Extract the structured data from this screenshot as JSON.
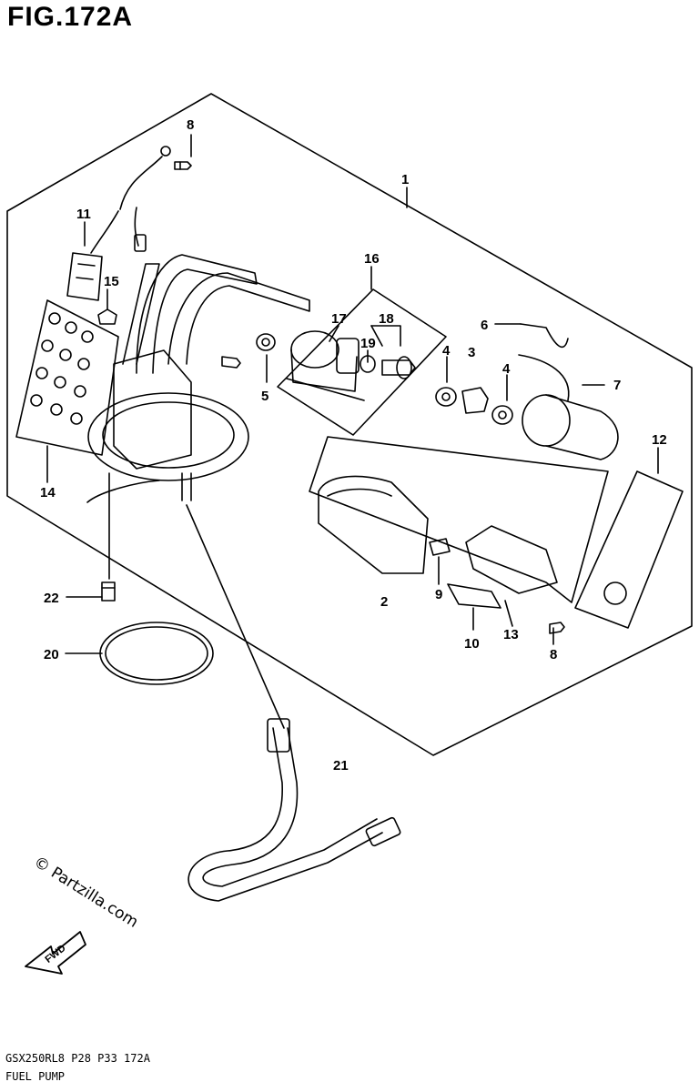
{
  "figure_title": "FIG.172A",
  "footer": {
    "code": "GSX250RL8  P28  P33  172A",
    "name": "FUEL PUMP"
  },
  "watermark": "© Partzilla.com",
  "direction_arrow": {
    "label": "FWD",
    "icon": "fwd-arrow-icon"
  },
  "callouts": [
    "1",
    "2",
    "3",
    "4",
    "4",
    "5",
    "6",
    "7",
    "8",
    "8",
    "9",
    "10",
    "11",
    "12",
    "13",
    "14",
    "15",
    "16",
    "17",
    "18",
    "19",
    "20",
    "21",
    "22"
  ]
}
